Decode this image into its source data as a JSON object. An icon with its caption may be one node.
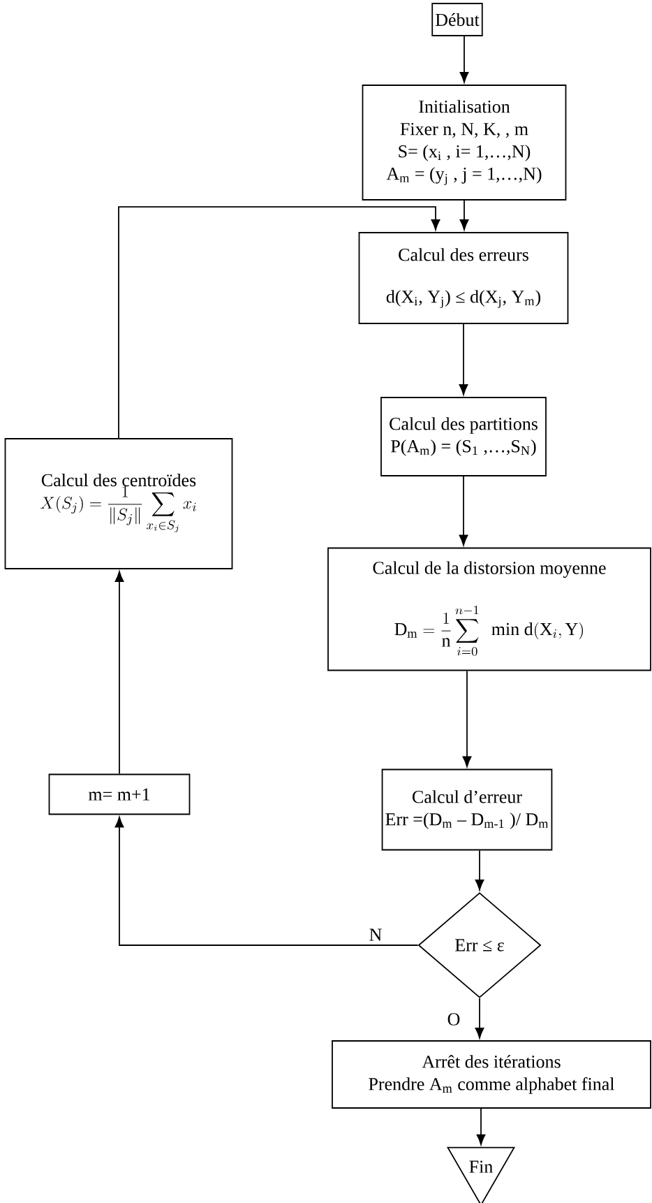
{
  "diagram": {
    "nodes": [
      {
        "text": [
          "Début"
        ]
      },
      {
        "text": [
          "Initialisation",
          "Fixer n, N, K, , m",
          "S= (x$_{i}$ , i= 1,…,N)",
          "A$_{m}$ = (y$_{j}$ , j = 1,…,N)"
        ]
      },
      {
        "text": [
          "Calcul des erreurs",
          "d(X$_{i}$, Y$_{j}$) ≤ d(X$_{j}$, Y$_{m}$)"
        ]
      },
      {
        "text": [
          "Calcul des partitions",
          "P(A$_{m}$) = (S$_{1}$ ,…,S$_{N}$)"
        ]
      },
      {
        "text": [
          "Calcul de la distorsion moyenne",
          "\\mathrm{D_m} = \\frac{1}{\\mathrm{n}}\\sum_{i=0}^{n-1}\\ \\ \\mathrm{min\\ d}(\\mathrm{X}_i,\\mathrm{Y})"
        ]
      },
      {
        "text": [
          "Calcul d’erreur",
          "Err =(D$_{m}$ – D$_{m-1}$ )/ D$_{m}$"
        ]
      },
      {
        "text": [
          "Err ≤ ε"
        ]
      },
      {
        "text": [
          "Arrêt des itérations",
          "Prendre A$_{m}$ comme alphabet final"
        ]
      },
      {
        "text": [
          "Fin"
        ]
      },
      {
        "text": [
          "Calcul des centroïdes",
          "X(S_j) = \\frac{1}{\\left\\|S_j\\right\\|}\\sum_{x_i\\in S_j} x_i"
        ]
      },
      {
        "text": [
          "m= m+1"
        ]
      }
    ],
    "edges": [
      {
        "from": 0,
        "to": 1,
        "arrow": "to"
      },
      {
        "from": 1,
        "to": 2,
        "arrow": "to"
      },
      {
        "from": 2,
        "to": 3,
        "arrow": "to"
      },
      {
        "from": 3,
        "to": 4,
        "arrow": "to"
      },
      {
        "from": 4,
        "to": 5,
        "arrow": "to"
      },
      {
        "from": 5,
        "to": 6,
        "arrow": "to"
      },
      {
        "from": 6,
        "to": 7,
        "arrow": "to",
        "label": "O"
      },
      {
        "from": 7,
        "to": 8,
        "arrow": "to"
      },
      {
        "from": 6,
        "to": 10,
        "arrow": "to",
        "label": "N"
      },
      {
        "from": 10,
        "to": 9,
        "arrow": "to"
      },
      {
        "from": 9,
        "to": 2,
        "arrow": "to"
      }
    ]
  }
}
